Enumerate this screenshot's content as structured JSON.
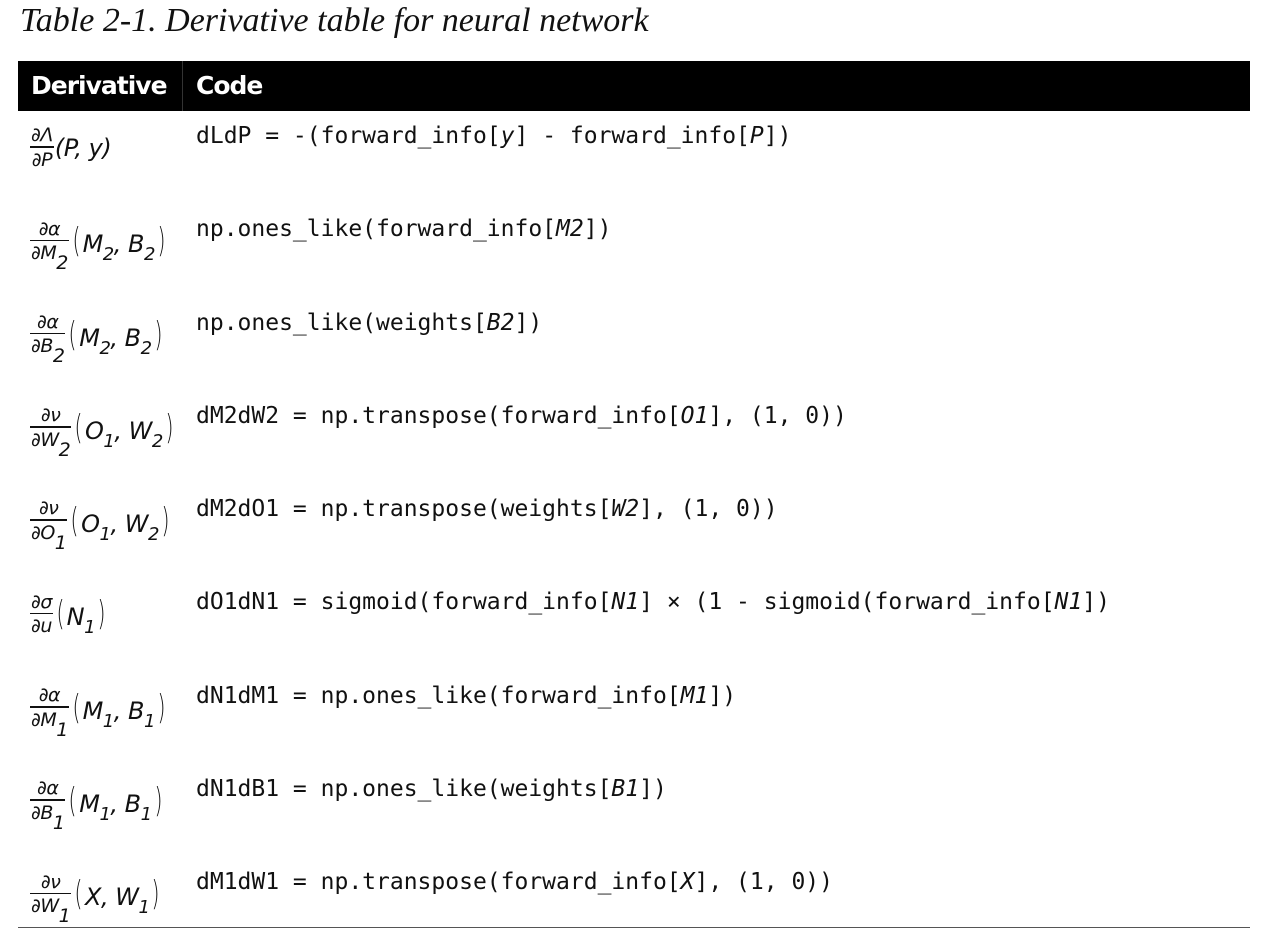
{
  "caption": "Table 2-1. Derivative table for neural network",
  "columns": {
    "derivative": "Derivative",
    "code": "Code"
  },
  "rows": [
    {
      "derivative": {
        "num": "∂Λ",
        "den": "∂P",
        "den_sub": "",
        "args": [
          [
            "P",
            ""
          ],
          [
            "y",
            ""
          ]
        ],
        "big_parens": false
      },
      "code": {
        "prefix": "dLdP = -(forward_info[",
        "a": "y",
        "mid": "] - forward_info[",
        "b": "P",
        "suffix": "])"
      }
    },
    {
      "derivative": {
        "num": "∂α",
        "den": "∂M",
        "den_sub": "2",
        "args": [
          [
            "M",
            "2"
          ],
          [
            "B",
            "2"
          ]
        ],
        "big_parens": true
      },
      "code": {
        "prefix": "np.ones_like(forward_info[",
        "a": "M2",
        "mid": "",
        "b": "",
        "suffix": "])"
      }
    },
    {
      "derivative": {
        "num": "∂α",
        "den": "∂B",
        "den_sub": "2",
        "args": [
          [
            "M",
            "2"
          ],
          [
            "B",
            "2"
          ]
        ],
        "big_parens": true
      },
      "code": {
        "prefix": "np.ones_like(weights[",
        "a": "B2",
        "mid": "",
        "b": "",
        "suffix": "])"
      }
    },
    {
      "derivative": {
        "num": "∂ν",
        "den": "∂W",
        "den_sub": "2",
        "args": [
          [
            "O",
            "1"
          ],
          [
            "W",
            "2"
          ]
        ],
        "big_parens": true
      },
      "code": {
        "prefix": "dM2dW2 = np.transpose(forward_info[",
        "a": "O1",
        "mid": "",
        "b": "",
        "suffix": "], (1, 0))"
      }
    },
    {
      "derivative": {
        "num": "∂ν",
        "den": "∂O",
        "den_sub": "1",
        "args": [
          [
            "O",
            "1"
          ],
          [
            "W",
            "2"
          ]
        ],
        "big_parens": true
      },
      "code": {
        "prefix": "dM2dO1 = np.transpose(weights[",
        "a": "W2",
        "mid": "",
        "b": "",
        "suffix": "], (1, 0))"
      }
    },
    {
      "derivative": {
        "num": "∂σ",
        "den": "∂u",
        "den_sub": "",
        "args": [
          [
            "N",
            "1"
          ]
        ],
        "big_parens": true
      },
      "code": {
        "prefix": "dO1dN1 = sigmoid(forward_info[",
        "a": "N1",
        "mid": "] × (1 - sigmoid(forward_info[",
        "b": "N1",
        "suffix": "])"
      }
    },
    {
      "derivative": {
        "num": "∂α",
        "den": "∂M",
        "den_sub": "1",
        "args": [
          [
            "M",
            "1"
          ],
          [
            "B",
            "1"
          ]
        ],
        "big_parens": true
      },
      "code": {
        "prefix": "dN1dM1 = np.ones_like(forward_info[",
        "a": "M1",
        "mid": "",
        "b": "",
        "suffix": "])"
      }
    },
    {
      "derivative": {
        "num": "∂α",
        "den": "∂B",
        "den_sub": "1",
        "args": [
          [
            "M",
            "1"
          ],
          [
            "B",
            "1"
          ]
        ],
        "big_parens": true
      },
      "code": {
        "prefix": "dN1dB1 = np.ones_like(weights[",
        "a": "B1",
        "mid": "",
        "b": "",
        "suffix": "])"
      }
    },
    {
      "derivative": {
        "num": "∂ν",
        "den": "∂W",
        "den_sub": "1",
        "args": [
          [
            "X",
            ""
          ],
          [
            "W",
            "1"
          ]
        ],
        "big_parens": true
      },
      "code": {
        "prefix": "dM1dW1 = np.transpose(forward_info[",
        "a": "X",
        "mid": "",
        "b": "",
        "suffix": "], (1, 0))"
      }
    }
  ]
}
